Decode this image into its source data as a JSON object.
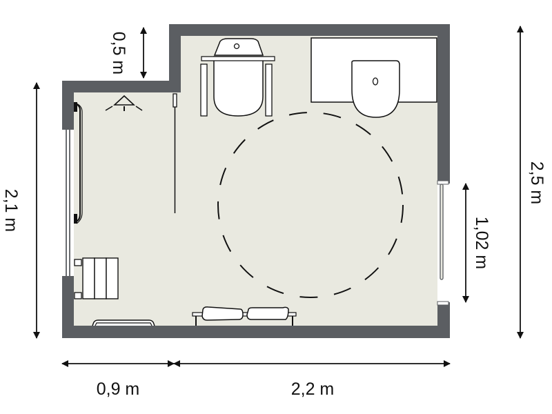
{
  "plan": {
    "type": "bathroom floor plan (accessible)",
    "colors": {
      "wall": "#5b5e62",
      "floor": "#e9e9e0",
      "fixture": "#ffffff",
      "line": "#111111"
    }
  },
  "dimensions": {
    "bottom_left": "0,9 m",
    "bottom_right": "2,2 m",
    "left_height": "2,1 m",
    "right_height": "2,5 m",
    "top_step": "0,5 m",
    "door_width": "1,02 m"
  },
  "fixtures": [
    {
      "name": "toilet",
      "label": "Toilet with grab bars"
    },
    {
      "name": "sink",
      "label": "Wall-mounted sink on counter"
    },
    {
      "name": "turning-circle",
      "label": "Wheelchair turning circle"
    },
    {
      "name": "shower-head",
      "label": "Shower head"
    },
    {
      "name": "shower-curtain",
      "label": "Shower curtain rod"
    },
    {
      "name": "vertical-grab-bar",
      "label": "Vertical grab bar"
    },
    {
      "name": "shower-seat",
      "label": "Folding shower seat"
    },
    {
      "name": "floor-grab-bar",
      "label": "Grab bar"
    },
    {
      "name": "towel-rail",
      "label": "Towel rail"
    },
    {
      "name": "window",
      "label": "Window"
    },
    {
      "name": "door",
      "label": "Sliding door"
    }
  ]
}
